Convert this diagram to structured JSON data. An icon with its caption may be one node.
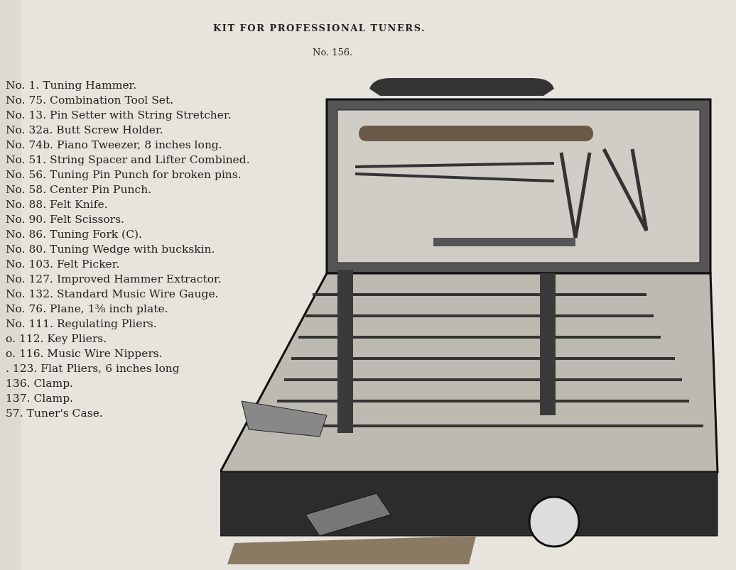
{
  "diagram": {
    "title": "KIT FOR PROFESSIONAL TUNERS.",
    "labels": [
      "No. 156.",
      "No. 1. Tuning Hammer.",
      "No. 75. Combination Tool Set.",
      "No. 13. Pin Setter with String Stretcher.",
      "No. 32a. Butt Screw Holder.",
      "No. 74b. Piano Tweezer, 8 inches long.",
      "No. 51. String Spacer and Lifter Combined.",
      "No. 56. Tuning Pin Punch for broken pins.",
      "No. 58. Center Pin Punch.",
      "No. 88. Felt Knife.",
      "No. 90. Felt Scissors.",
      "No. 86. Tuning Fork (C).",
      "No. 80. Tuning Wedge with buckskin.",
      "No. 103. Felt Picker.",
      "No. 127. Improved Hammer Extractor.",
      "No. 132. Standard Music Wire Gauge.",
      "No. 76. Plane, 1⅜ inch plate.",
      "No. 111. Regulating Pliers.",
      "o. 112. Key Pliers.",
      "o. 116. Music Wire Nippers.",
      ". 123. Flat Pliers, 6 inches long",
      "136. Clamp.",
      "137. Clamp.",
      "57. Tuner's Case."
    ]
  }
}
